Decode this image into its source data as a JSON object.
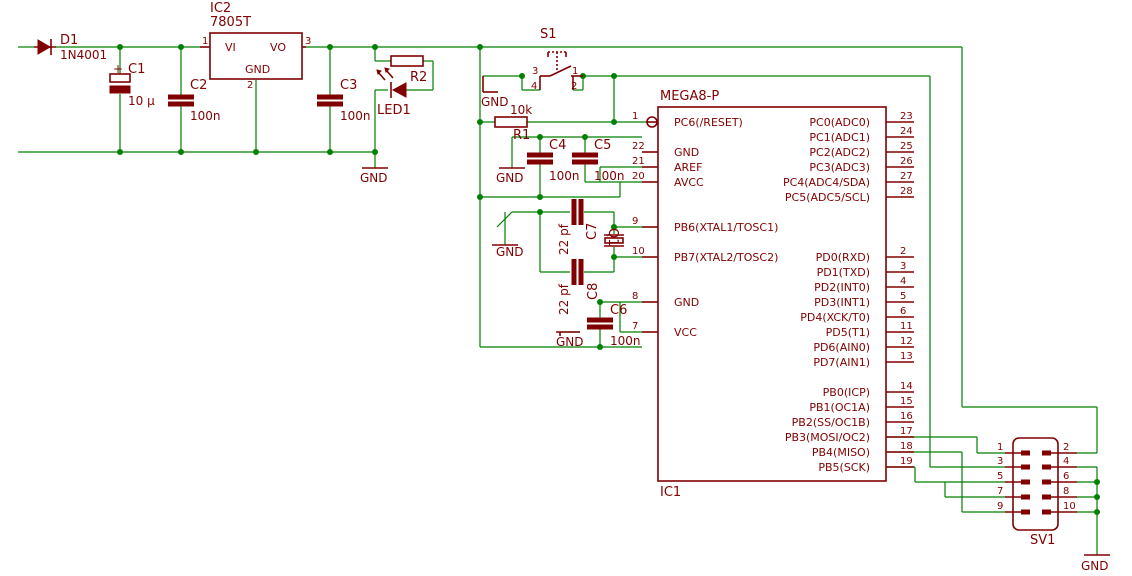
{
  "components": {
    "d1": {
      "name": "D1",
      "value": "1N4001"
    },
    "c1": {
      "name": "C1",
      "value": "10 µ"
    },
    "c2": {
      "name": "C2",
      "value": "100n"
    },
    "ic2": {
      "name": "IC2",
      "value": "7805T",
      "pin_vi": "VI",
      "pin_vo": "VO",
      "pin_gnd": "GND",
      "pin1": "1",
      "pin2": "2",
      "pin3": "3"
    },
    "c3": {
      "name": "C3",
      "value": "100n"
    },
    "r2": {
      "name": "R2"
    },
    "led1": {
      "name": "LED1"
    },
    "s1": {
      "name": "S1",
      "pin1": "1",
      "pin2": "2",
      "pin3": "3",
      "pin4": "4"
    },
    "r1": {
      "name": "R1",
      "value": "10k"
    },
    "c4": {
      "name": "C4",
      "value": "100n"
    },
    "c5": {
      "name": "C5",
      "value": "100n"
    },
    "c6": {
      "name": "C6",
      "value": "100n"
    },
    "c7": {
      "name": "C7",
      "value": "22 pf"
    },
    "c8": {
      "name": "C8",
      "value": "22 pf"
    },
    "q1": {
      "name": "Q1"
    },
    "sv1": {
      "name": "SV1",
      "pins_left": [
        "1",
        "3",
        "5",
        "7",
        "9"
      ],
      "pins_right": [
        "2",
        "4",
        "6",
        "8",
        "10"
      ]
    },
    "ic1": {
      "name": "IC1",
      "value": "MEGA8-P"
    }
  },
  "gnd_label": "GND",
  "ic1_left_pins": [
    {
      "num": "1",
      "label": "PC6(/RESET)"
    },
    {
      "num": "22",
      "label": "GND"
    },
    {
      "num": "21",
      "label": "AREF"
    },
    {
      "num": "20",
      "label": "AVCC"
    },
    {
      "num": "9",
      "label": "PB6(XTAL1/TOSC1)"
    },
    {
      "num": "10",
      "label": "PB7(XTAL2/TOSC2)"
    },
    {
      "num": "8",
      "label": "GND"
    },
    {
      "num": "7",
      "label": "VCC"
    }
  ],
  "ic1_right_pins": [
    {
      "num": "23",
      "label": "PC0(ADC0)"
    },
    {
      "num": "24",
      "label": "PC1(ADC1)"
    },
    {
      "num": "25",
      "label": "PC2(ADC2)"
    },
    {
      "num": "26",
      "label": "PC3(ADC3)"
    },
    {
      "num": "27",
      "label": "PC4(ADC4/SDA)"
    },
    {
      "num": "28",
      "label": "PC5(ADC5/SCL)"
    },
    {
      "num": "2",
      "label": "PD0(RXD)"
    },
    {
      "num": "3",
      "label": "PD1(TXD)"
    },
    {
      "num": "4",
      "label": "PD2(INT0)"
    },
    {
      "num": "5",
      "label": "PD3(INT1)"
    },
    {
      "num": "6",
      "label": "PD4(XCK/T0)"
    },
    {
      "num": "11",
      "label": "PD5(T1)"
    },
    {
      "num": "12",
      "label": "PD6(AIN0)"
    },
    {
      "num": "13",
      "label": "PD7(AIN1)"
    },
    {
      "num": "14",
      "label": "PB0(ICP)"
    },
    {
      "num": "15",
      "label": "PB1(OC1A)"
    },
    {
      "num": "16",
      "label": "PB2(SS/OC1B)"
    },
    {
      "num": "17",
      "label": "PB3(MOSI/OC2)"
    },
    {
      "num": "18",
      "label": "PB4(MISO)"
    },
    {
      "num": "19",
      "label": "PB5(SCK)"
    }
  ]
}
